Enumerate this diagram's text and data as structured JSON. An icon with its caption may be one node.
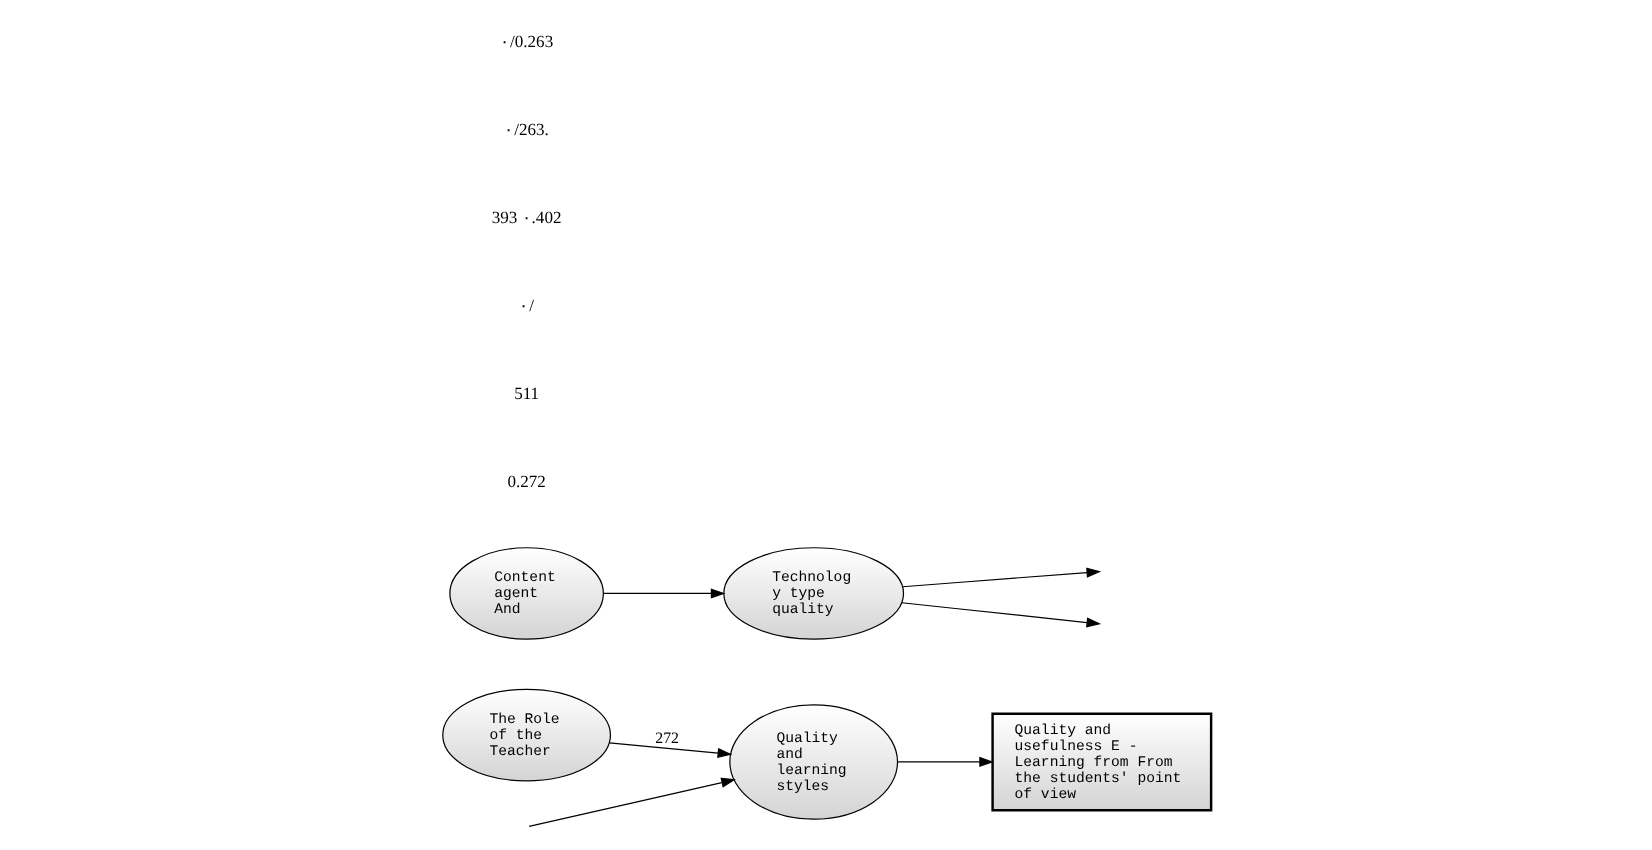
{
  "diagram": {
    "nodes": [
      {
        "text": [
          "The Role of the Teacher"
        ]
      },
      {
        "text": [
          "Quality and learning styles"
        ]
      },
      {
        "text": [
          "Quality and usefulness E - Learning from From the students' point of view"
        ]
      },
      {
        "text": [
          "Content agent And"
        ]
      },
      {
        "text": [
          "Technolog y type quality"
        ]
      }
    ],
    "edges": [
      {
        "from": 0,
        "to": 1,
        "arrow": "to",
        "label": "272"
      },
      {
        "from": null,
        "to": 1,
        "arrow": "to"
      },
      {
        "from": 1,
        "to": 2,
        "arrow": "to"
      },
      {
        "from": 3,
        "to": 4,
        "arrow": "to"
      },
      {
        "from": 4,
        "to": null,
        "arrow": "to"
      },
      {
        "from": 4,
        "to": null,
        "arrow": "to"
      }
    ],
    "labels": [
      "0.272",
      "511",
      "٠/",
      "393 ٠.402",
      "٠/263.",
      "٠/0.263"
    ]
  }
}
